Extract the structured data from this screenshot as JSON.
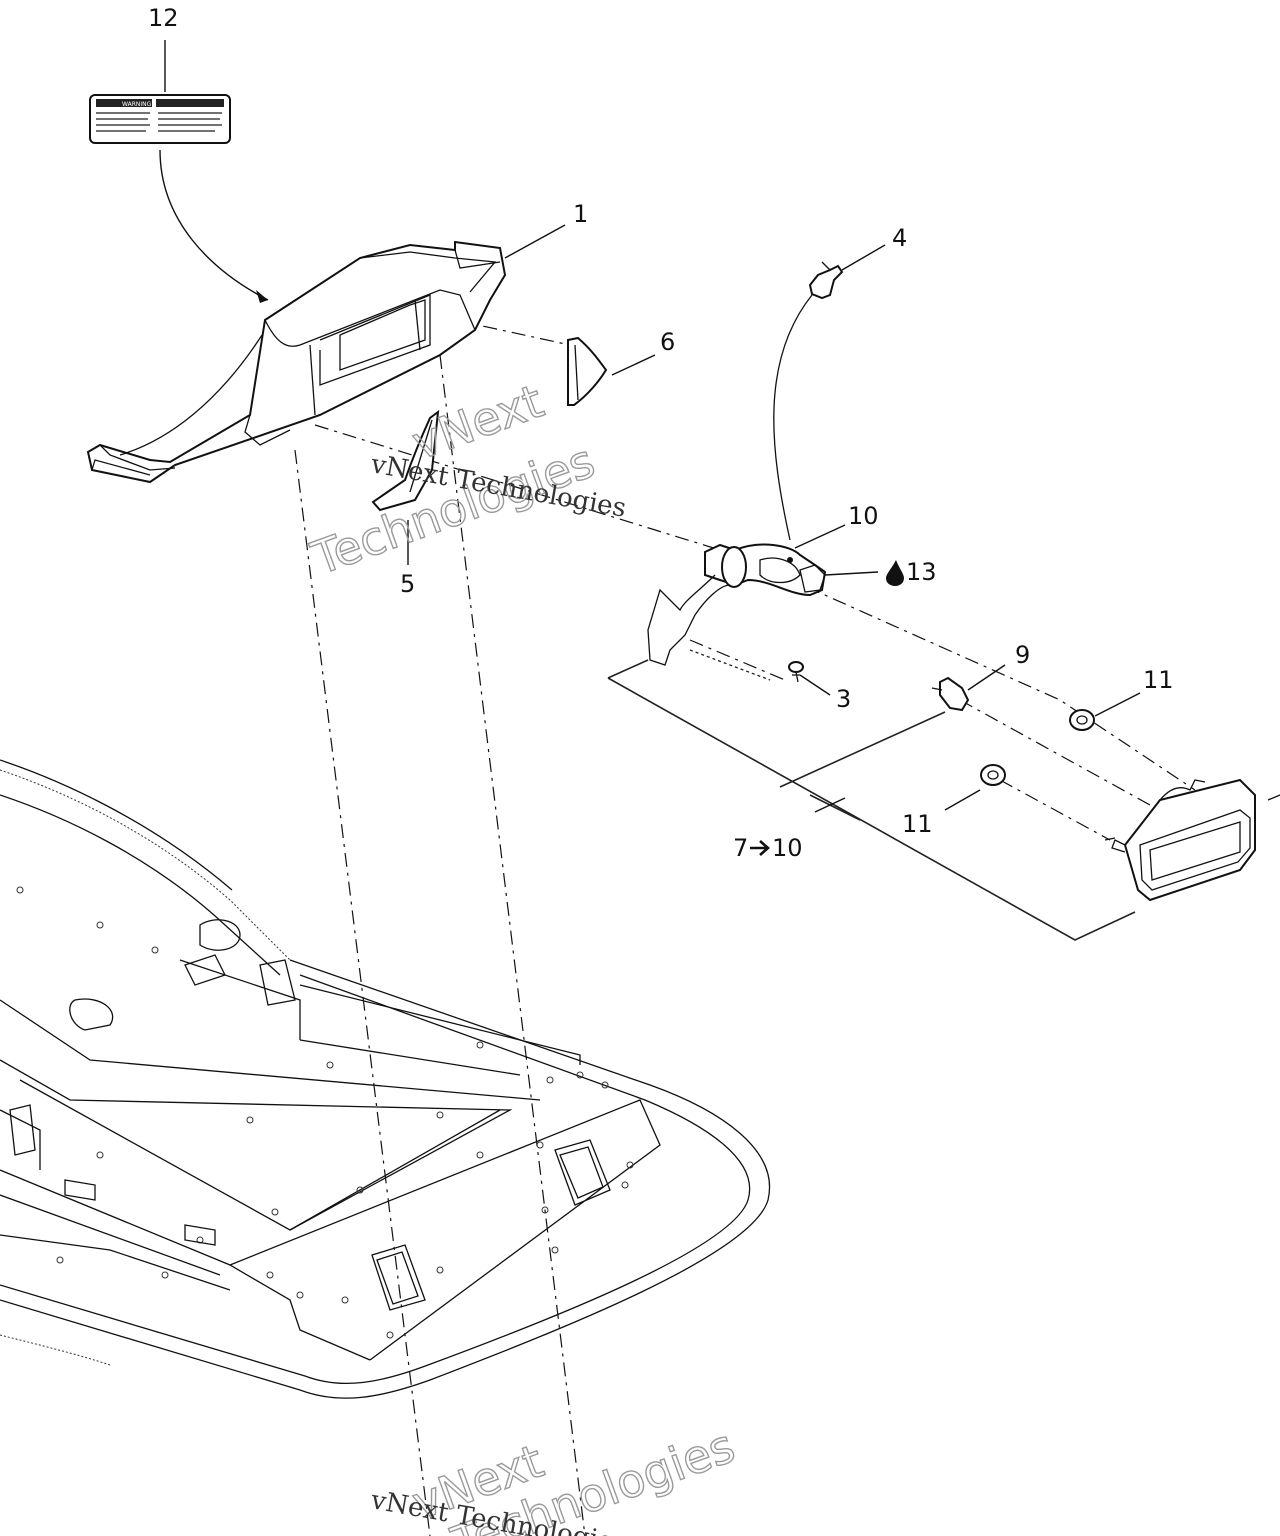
{
  "callouts": {
    "c1": "1",
    "c3": "3",
    "c4": "4",
    "c5": "5",
    "c6": "6",
    "c9": "9",
    "c10": "10",
    "c11a": "11",
    "c11b": "11",
    "c12": "12",
    "c13": "13",
    "c7to10_from": "7",
    "c7to10_to": "10"
  },
  "symbols": {
    "c7to10_arrow": "arrow-right-icon",
    "c13_marker": "drop-icon"
  },
  "watermarks": {
    "upper_big_line1": "vNext",
    "upper_big_line2": "Technologies",
    "upper_small": "vNext Technologies",
    "lower_big_line1": "vNext",
    "lower_big_line2": "Technologies",
    "lower_small": "vNext Technologies"
  },
  "label_decal_text": "WARNING"
}
